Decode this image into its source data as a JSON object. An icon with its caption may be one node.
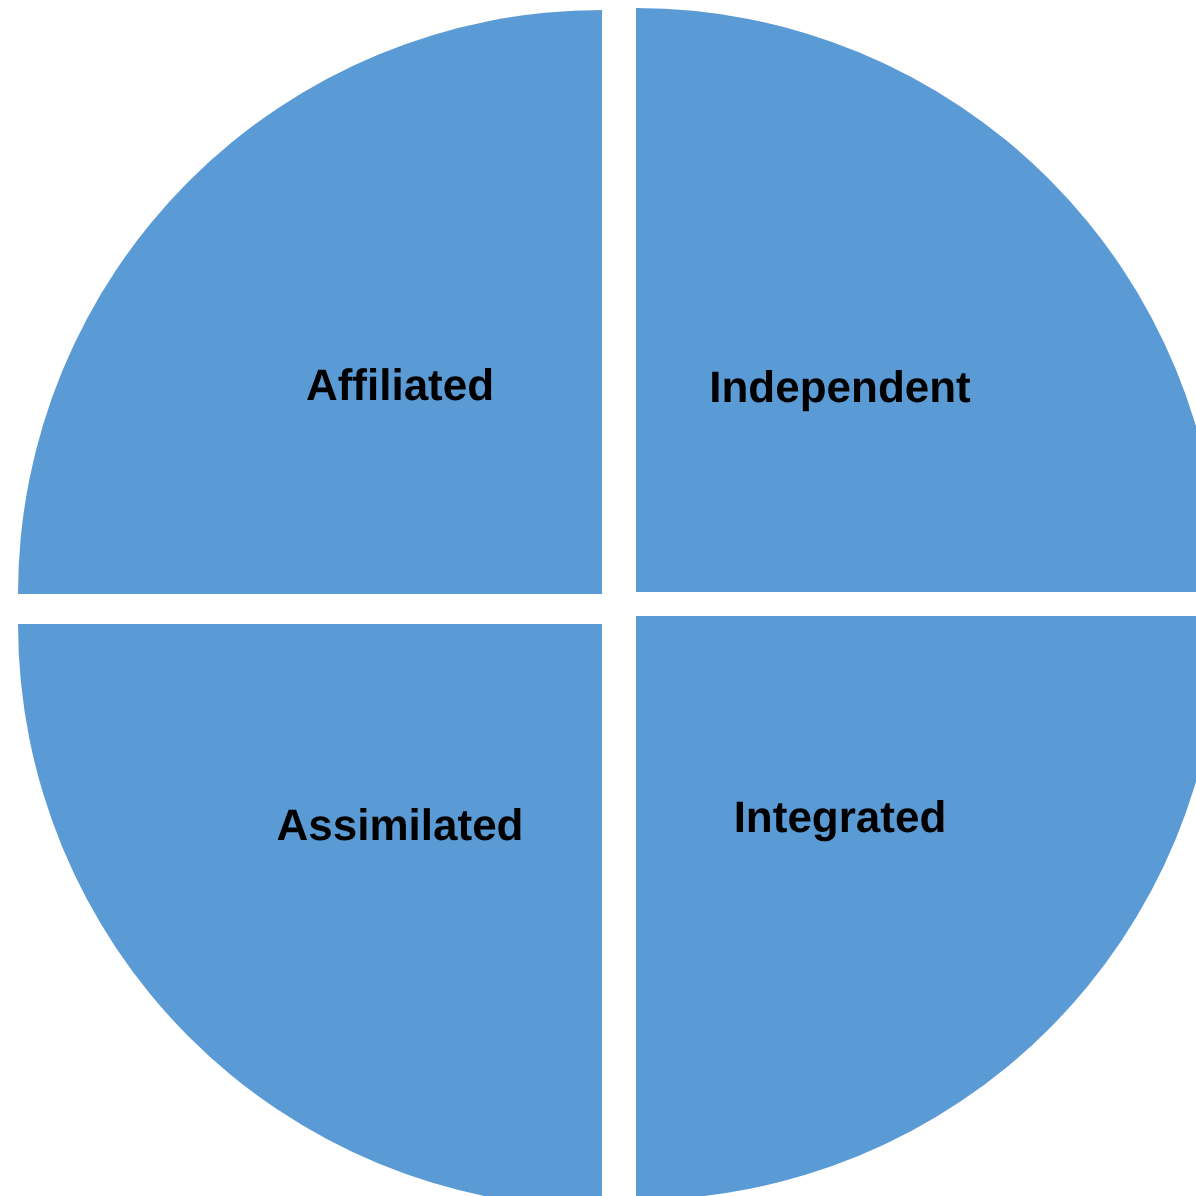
{
  "diagram": {
    "nodes": [
      {
        "text": [
          "Affiliated"
        ]
      },
      {
        "text": [
          "Independent"
        ]
      },
      {
        "text": [
          "Assimilated"
        ]
      },
      {
        "text": [
          "Integrated"
        ]
      }
    ]
  }
}
